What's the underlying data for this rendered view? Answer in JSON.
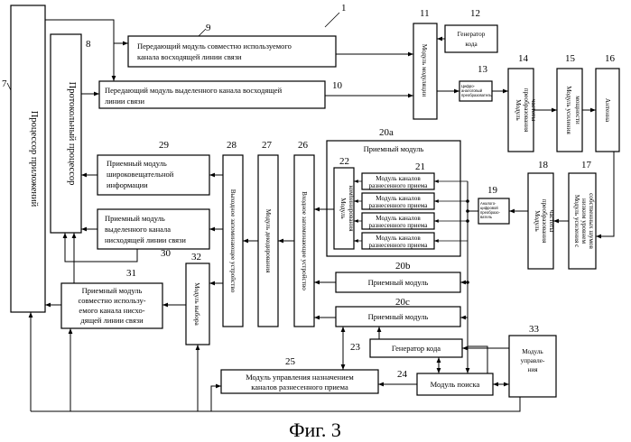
{
  "caption": "Фиг. 3",
  "blocks": {
    "app_processor": "Процессор приложений",
    "protocol_processor": "Протокольный процессор",
    "tx_shared_1": "Передающий модуль совместно используемого",
    "tx_shared_2": "канала восходящей линии связи",
    "tx_dedicated_1": "Передающий модуль выделенного канала восходящей",
    "tx_dedicated_2": "линии связи",
    "modulator": "Модуль модуляции",
    "code_gen_top_1": "Генератор",
    "code_gen_top_2": "кода",
    "dac_1": "Цифро-",
    "dac_2": "аналоговый",
    "dac_3": "преобразователь",
    "freq_conv_tx_1": "Модуль",
    "freq_conv_tx_2": "преобразования",
    "freq_conv_tx_3": "частоты",
    "power_amp_1": "Модуль усиления",
    "power_amp_2": "мощности",
    "antenna": "Антенна",
    "lna_1": "Модуль усиления с",
    "lna_2": "низким уровнем",
    "lna_3": "собственных шумов",
    "freq_conv_rx_1": "Модуль",
    "freq_conv_rx_2": "преобразования",
    "freq_conv_rx_3": "частоты",
    "adc_1": "Аналого-",
    "adc_2": "цифровой",
    "adc_3": "преобразо-",
    "adc_4": "ватель",
    "rx_module_title": "Приемный модуль",
    "combiner_1": "Модуль",
    "combiner_2": "комбинирования",
    "diversity_1": "Модуль каналов",
    "diversity_2": "разнесенного приема",
    "rx_20b": "Приемный модуль",
    "rx_20c": "Приемный модуль",
    "input_buffer": "Входное запоминающее устройство",
    "decoder": "Модуль декодирования",
    "output_buffer": "Выходное запоминающее устройство",
    "rx_broadcast_1": "Приемный модуль",
    "rx_broadcast_2": "широковещательной",
    "rx_broadcast_3": "информации",
    "rx_dedicated_1": "Приемный модуль",
    "rx_dedicated_2": "выделенного канала",
    "rx_dedicated_3": "нисходящей линии связи",
    "selector": "Модуль выбора",
    "rx_shared_1": "Приемный модуль",
    "rx_shared_2": "совместно использу-",
    "rx_shared_3": "емого канала нисхо-",
    "rx_shared_4": "дящей линии связи",
    "code_gen_bottom": "Генератор кода",
    "search": "Модуль поиска",
    "control_1": "Модуль",
    "control_2": "управле-",
    "control_3": "ния",
    "div_ctrl_1": "Модуль управления назначением",
    "div_ctrl_2": "каналов разнесенного приема"
  },
  "labels": {
    "n1": "1",
    "n7": "7",
    "n8": "8",
    "n9": "9",
    "n10": "10",
    "n11": "11",
    "n12": "12",
    "n13": "13",
    "n14": "14",
    "n15": "15",
    "n16": "16",
    "n17": "17",
    "n18": "18",
    "n19": "19",
    "n20a": "20a",
    "n20b": "20b",
    "n20c": "20c",
    "n21": "21",
    "n22": "22",
    "n23": "23",
    "n24": "24",
    "n25": "25",
    "n26": "26",
    "n27": "27",
    "n28": "28",
    "n29": "29",
    "n30": "30",
    "n31": "31",
    "n32": "32",
    "n33": "33"
  }
}
